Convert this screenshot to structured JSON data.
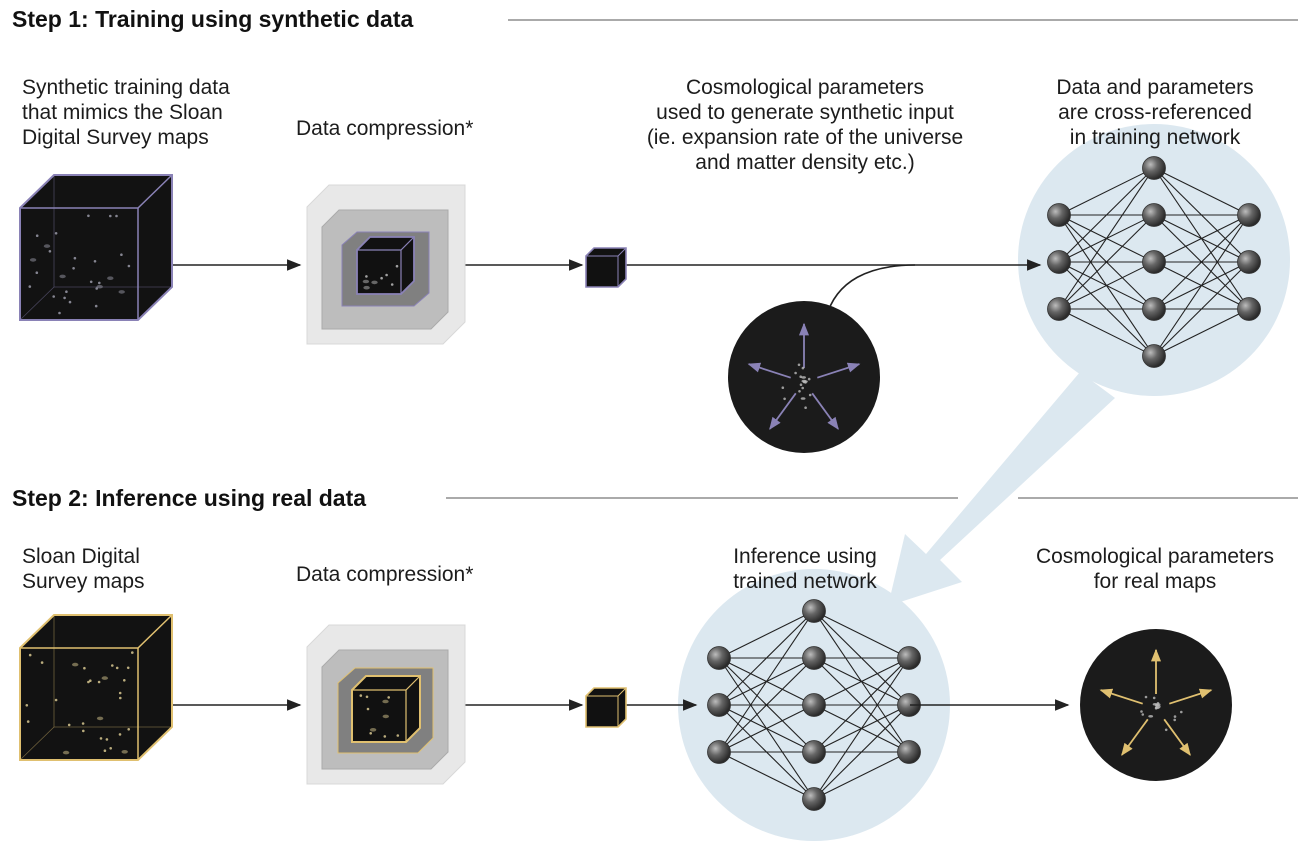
{
  "step1": {
    "title": "Step 1: Training using synthetic data",
    "synthetic_label": "Synthetic training data\nthat mimics the Sloan\nDigital Survey maps",
    "compression_label": "Data compression*",
    "params_label": "Cosmological parameters\nused to generate synthetic input\n(ie. expansion rate of the universe\nand matter density etc.)",
    "crossref_label": "Data and parameters\nare cross-referenced\nin training network"
  },
  "step2": {
    "title": "Step 2: Inference using real data",
    "sloan_label": "Sloan Digital\nSurvey maps",
    "compression_label": "Data compression*",
    "inference_label": "Inference using\ntrained network",
    "output_label": "Cosmological parameters\nfor real maps"
  },
  "colors": {
    "synthetic_edge": "#8a82b6",
    "real_edge": "#e0c070",
    "network_bg": "#dce8f0",
    "cube_fill": "#101010",
    "node": "#555555",
    "line": "#222222"
  }
}
